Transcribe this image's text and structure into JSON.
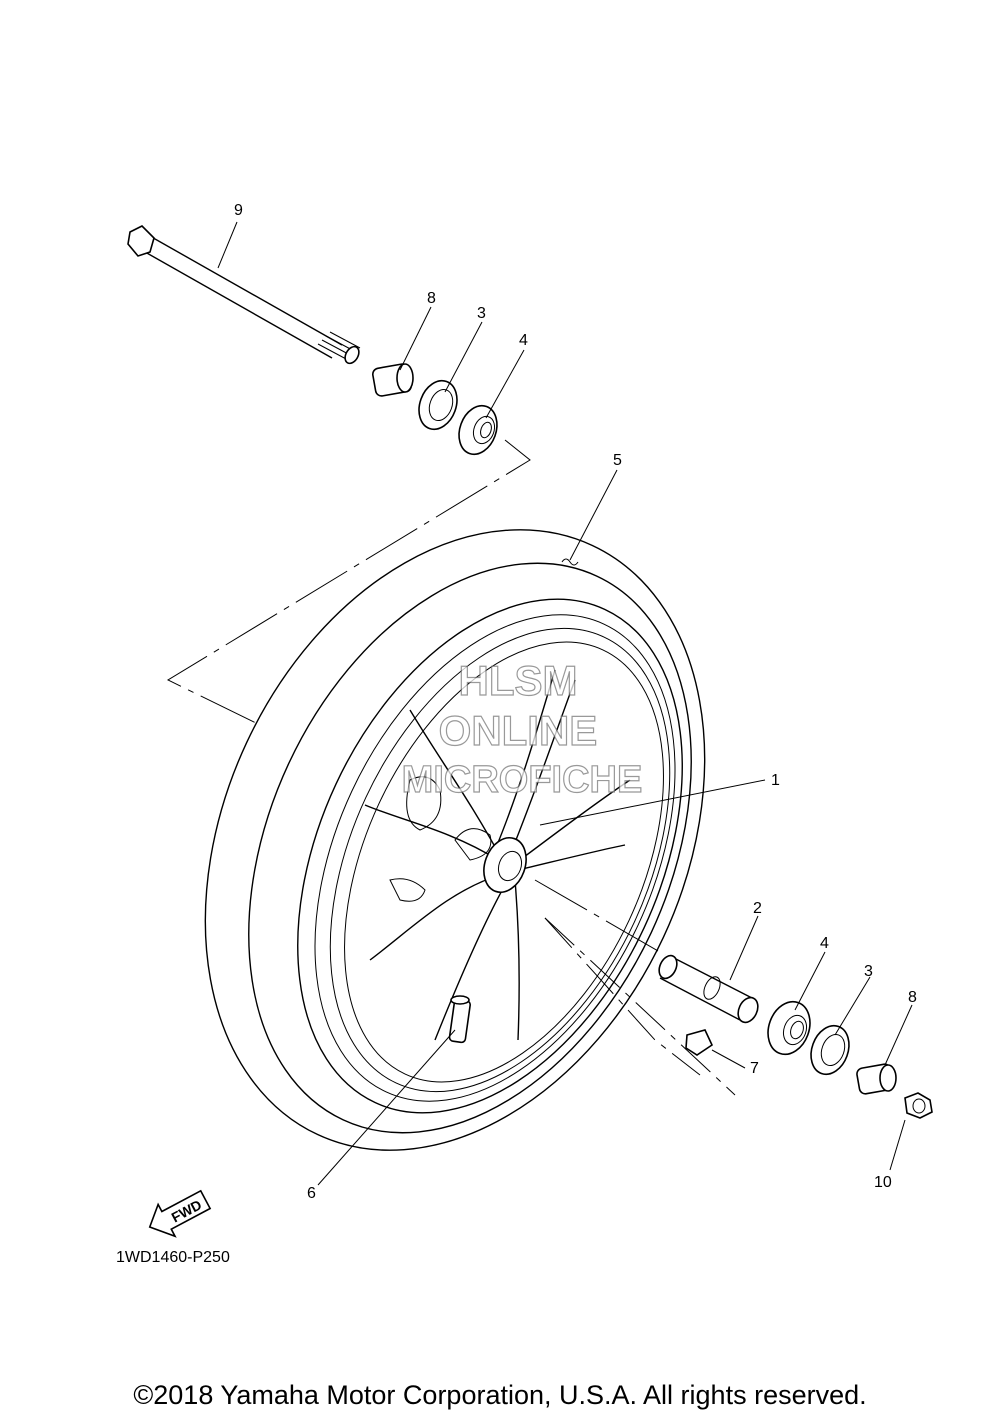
{
  "callouts": {
    "c1": "1",
    "c2": "2",
    "c3a": "3",
    "c3b": "3",
    "c4a": "4",
    "c4b": "4",
    "c5": "5",
    "c6": "6",
    "c7": "7",
    "c8a": "8",
    "c8b": "8",
    "c9": "9",
    "c10": "10"
  },
  "fwd_label": "FWD",
  "diagram_code": "1WD1460-P250",
  "watermark": {
    "line1": "HLSM",
    "line2": "ONLINE",
    "line3": "MICROFICHE"
  },
  "copyright": "©2018 Yamaha Motor Corporation, U.S.A. All rights reserved."
}
